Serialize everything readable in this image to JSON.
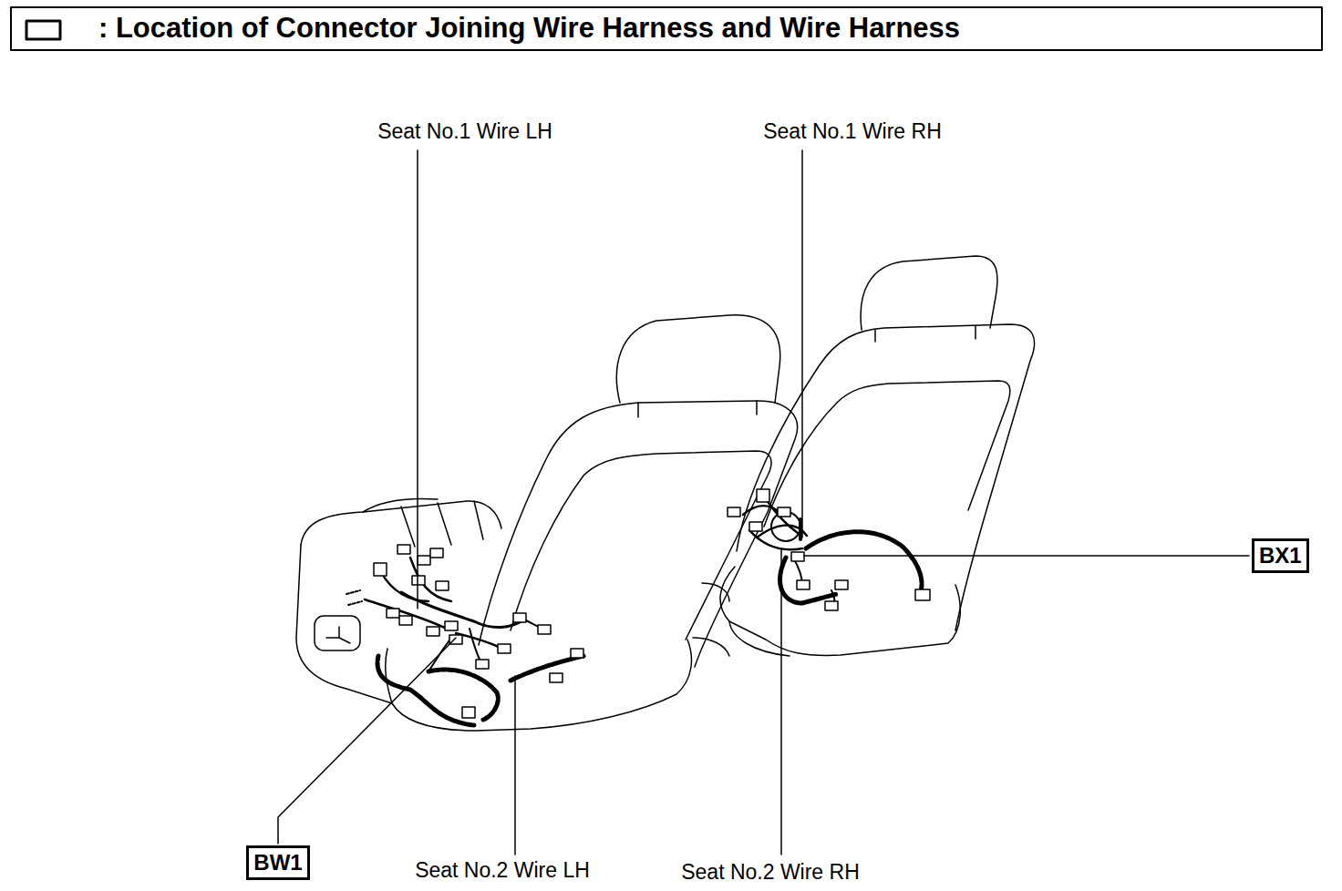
{
  "diagram": {
    "title": ": Location of Connector Joining Wire Harness and Wire Harness",
    "nodes": [
      {
        "text": [
          "BX1"
        ]
      },
      {
        "text": [
          "BW1"
        ]
      }
    ],
    "labels": [
      "Seat No.1 Wire LH",
      "Seat No.1 Wire RH",
      "Seat No.2 Wire LH",
      "Seat No.2 Wire RH"
    ]
  }
}
